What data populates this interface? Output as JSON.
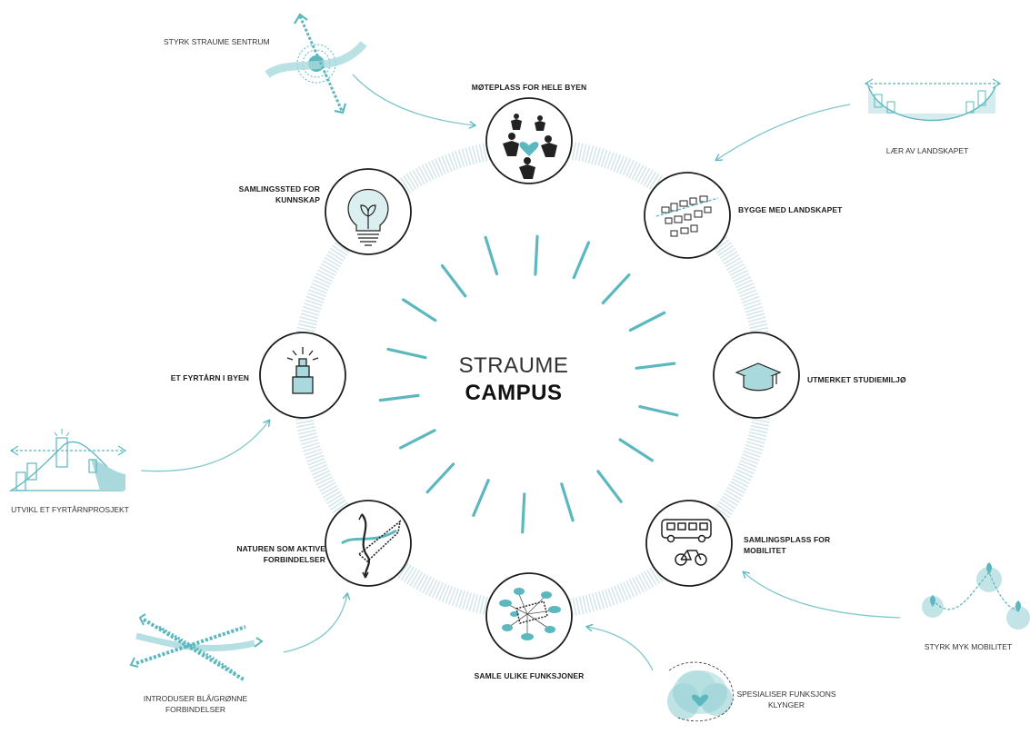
{
  "title": {
    "line1": "STRAUME",
    "line2": "CAMPUS"
  },
  "colors": {
    "accent": "#5bb8bf",
    "ring": "#d8e8ea",
    "dark": "#1c1c1c"
  },
  "nodes": [
    {
      "id": "moteplass",
      "label": "MØTEPLASS FOR HELE BYEN",
      "icon": "people-heart-icon"
    },
    {
      "id": "bygge",
      "label": "BYGGE MED LANDSKAPET",
      "icon": "buildings-plan-icon"
    },
    {
      "id": "studiemiljo",
      "label": "UTMERKET STUDIEMILJØ",
      "icon": "graduation-cap-icon"
    },
    {
      "id": "mobilitet",
      "label_lines": [
        "SAMLINGSPLASS FOR",
        "MOBILITET"
      ],
      "icon": "bus-bike-icon"
    },
    {
      "id": "funksjoner",
      "label": "SAMLE ULIKE FUNKSJONER",
      "icon": "cluster-icon"
    },
    {
      "id": "naturen",
      "label_lines": [
        "NATUREN SOM AKTIVE",
        "FORBINDELSER"
      ],
      "icon": "green-connection-icon"
    },
    {
      "id": "fyrtarn",
      "label": "ET FYRTÅRN I BYEN",
      "icon": "lighthouse-icon"
    },
    {
      "id": "kunnskap",
      "label_lines": [
        "SAMLINGSSTED FOR",
        "KUNNSKAP"
      ],
      "icon": "lightbulb-icon"
    }
  ],
  "outer": [
    {
      "id": "straume-sentrum",
      "label": "STYRK STRAUME SENTRUM",
      "icon": "center-arrows-icon"
    },
    {
      "id": "landskapet",
      "label": "LÆR AV LANDSKAPET",
      "icon": "landscape-icon"
    },
    {
      "id": "fyrtarnprosjekt",
      "label": "UTVIKL ET FYRTÅRNPROSJEKT",
      "icon": "lighthouse-landscape-icon"
    },
    {
      "id": "myk-mobilitet",
      "label": "STYRK MYK MOBILITET",
      "icon": "map-pins-icon"
    },
    {
      "id": "blagronne",
      "label_lines": [
        "INTRODUSER BLÅ/GRØNNE",
        "FORBINDELSER"
      ],
      "icon": "blue-green-arrows-icon"
    },
    {
      "id": "klynger",
      "label_lines": [
        "SPESIALISER FUNKSJONS",
        "KLYNGER"
      ],
      "icon": "heart-cluster-icon"
    }
  ]
}
